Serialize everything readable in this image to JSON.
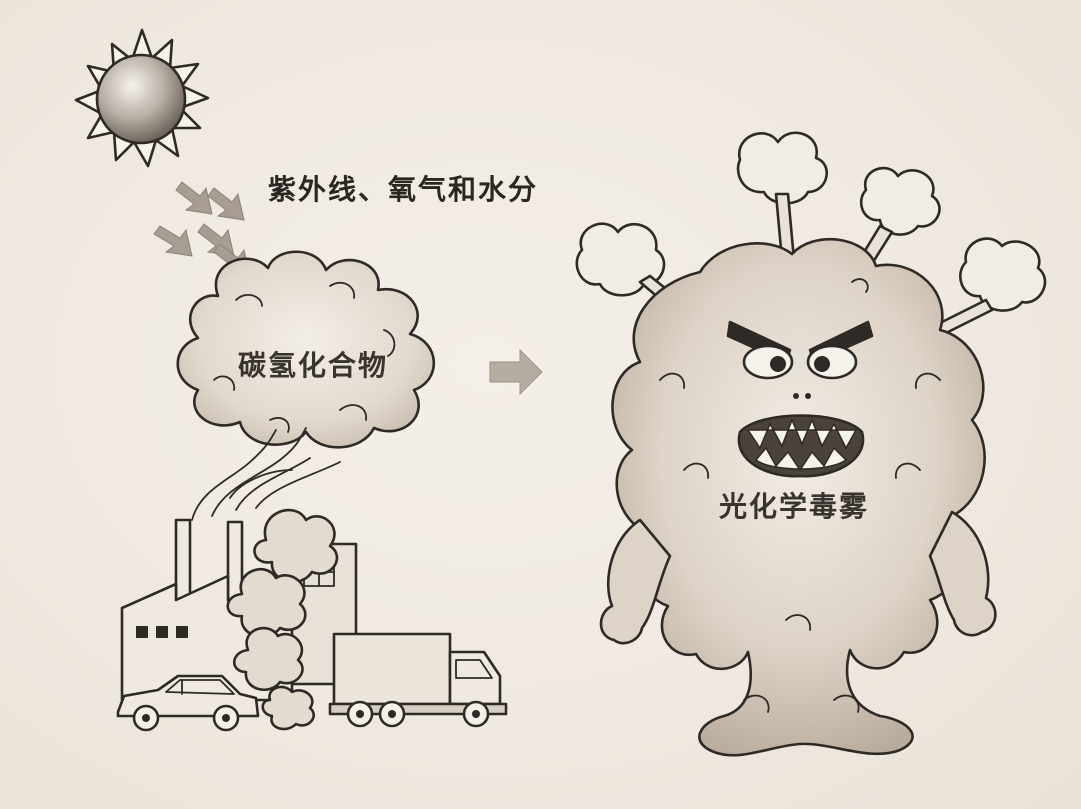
{
  "diagram": {
    "labels": {
      "sunlight_factors": "紫外线、氧气和水分",
      "hydrocarbons": "碳氢化合物",
      "photochemical_smog": "光化学毒雾"
    },
    "icons": [
      "sun-icon",
      "light-rays-icon",
      "hydrocarbon-cloud-icon",
      "factory-icon",
      "truck-icon",
      "car-icon",
      "arrow-right-icon",
      "smog-monster-icon"
    ],
    "colors": {
      "background": "#f1ece5",
      "ink": "#2e2a26",
      "sepia_fill": "#d9cfc3",
      "arrow": "#b5aca2"
    }
  }
}
